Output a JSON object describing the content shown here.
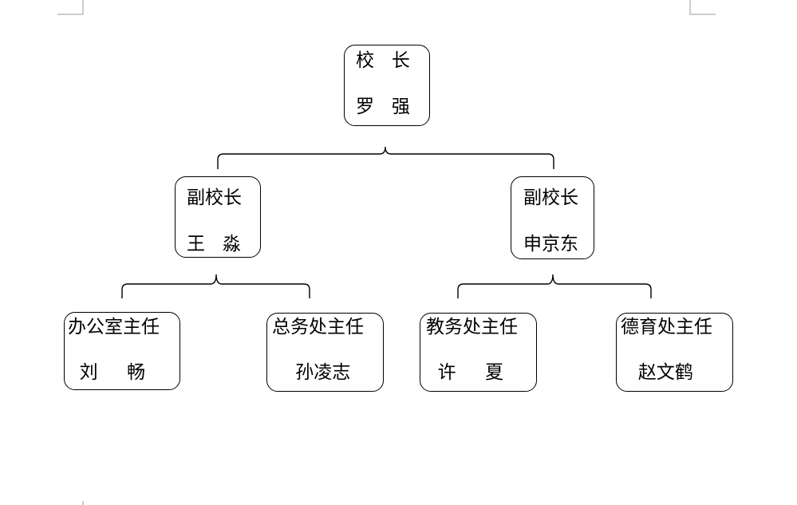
{
  "org_chart": {
    "principal": {
      "title": "校   长",
      "name": "罗   强"
    },
    "vice_principals": [
      {
        "title": "副校长",
        "name": "王   淼",
        "reports": [
          {
            "title": "办公室主任",
            "name": "  刘     畅"
          },
          {
            "title": "总务处主任",
            "name": "    孙凌志"
          }
        ]
      },
      {
        "title": "副校长",
        "name": "申京东",
        "reports": [
          {
            "title": "教务处主任",
            "name": "  许     夏"
          },
          {
            "title": "德育处主任",
            "name": "   赵文鹤"
          }
        ]
      }
    ]
  }
}
